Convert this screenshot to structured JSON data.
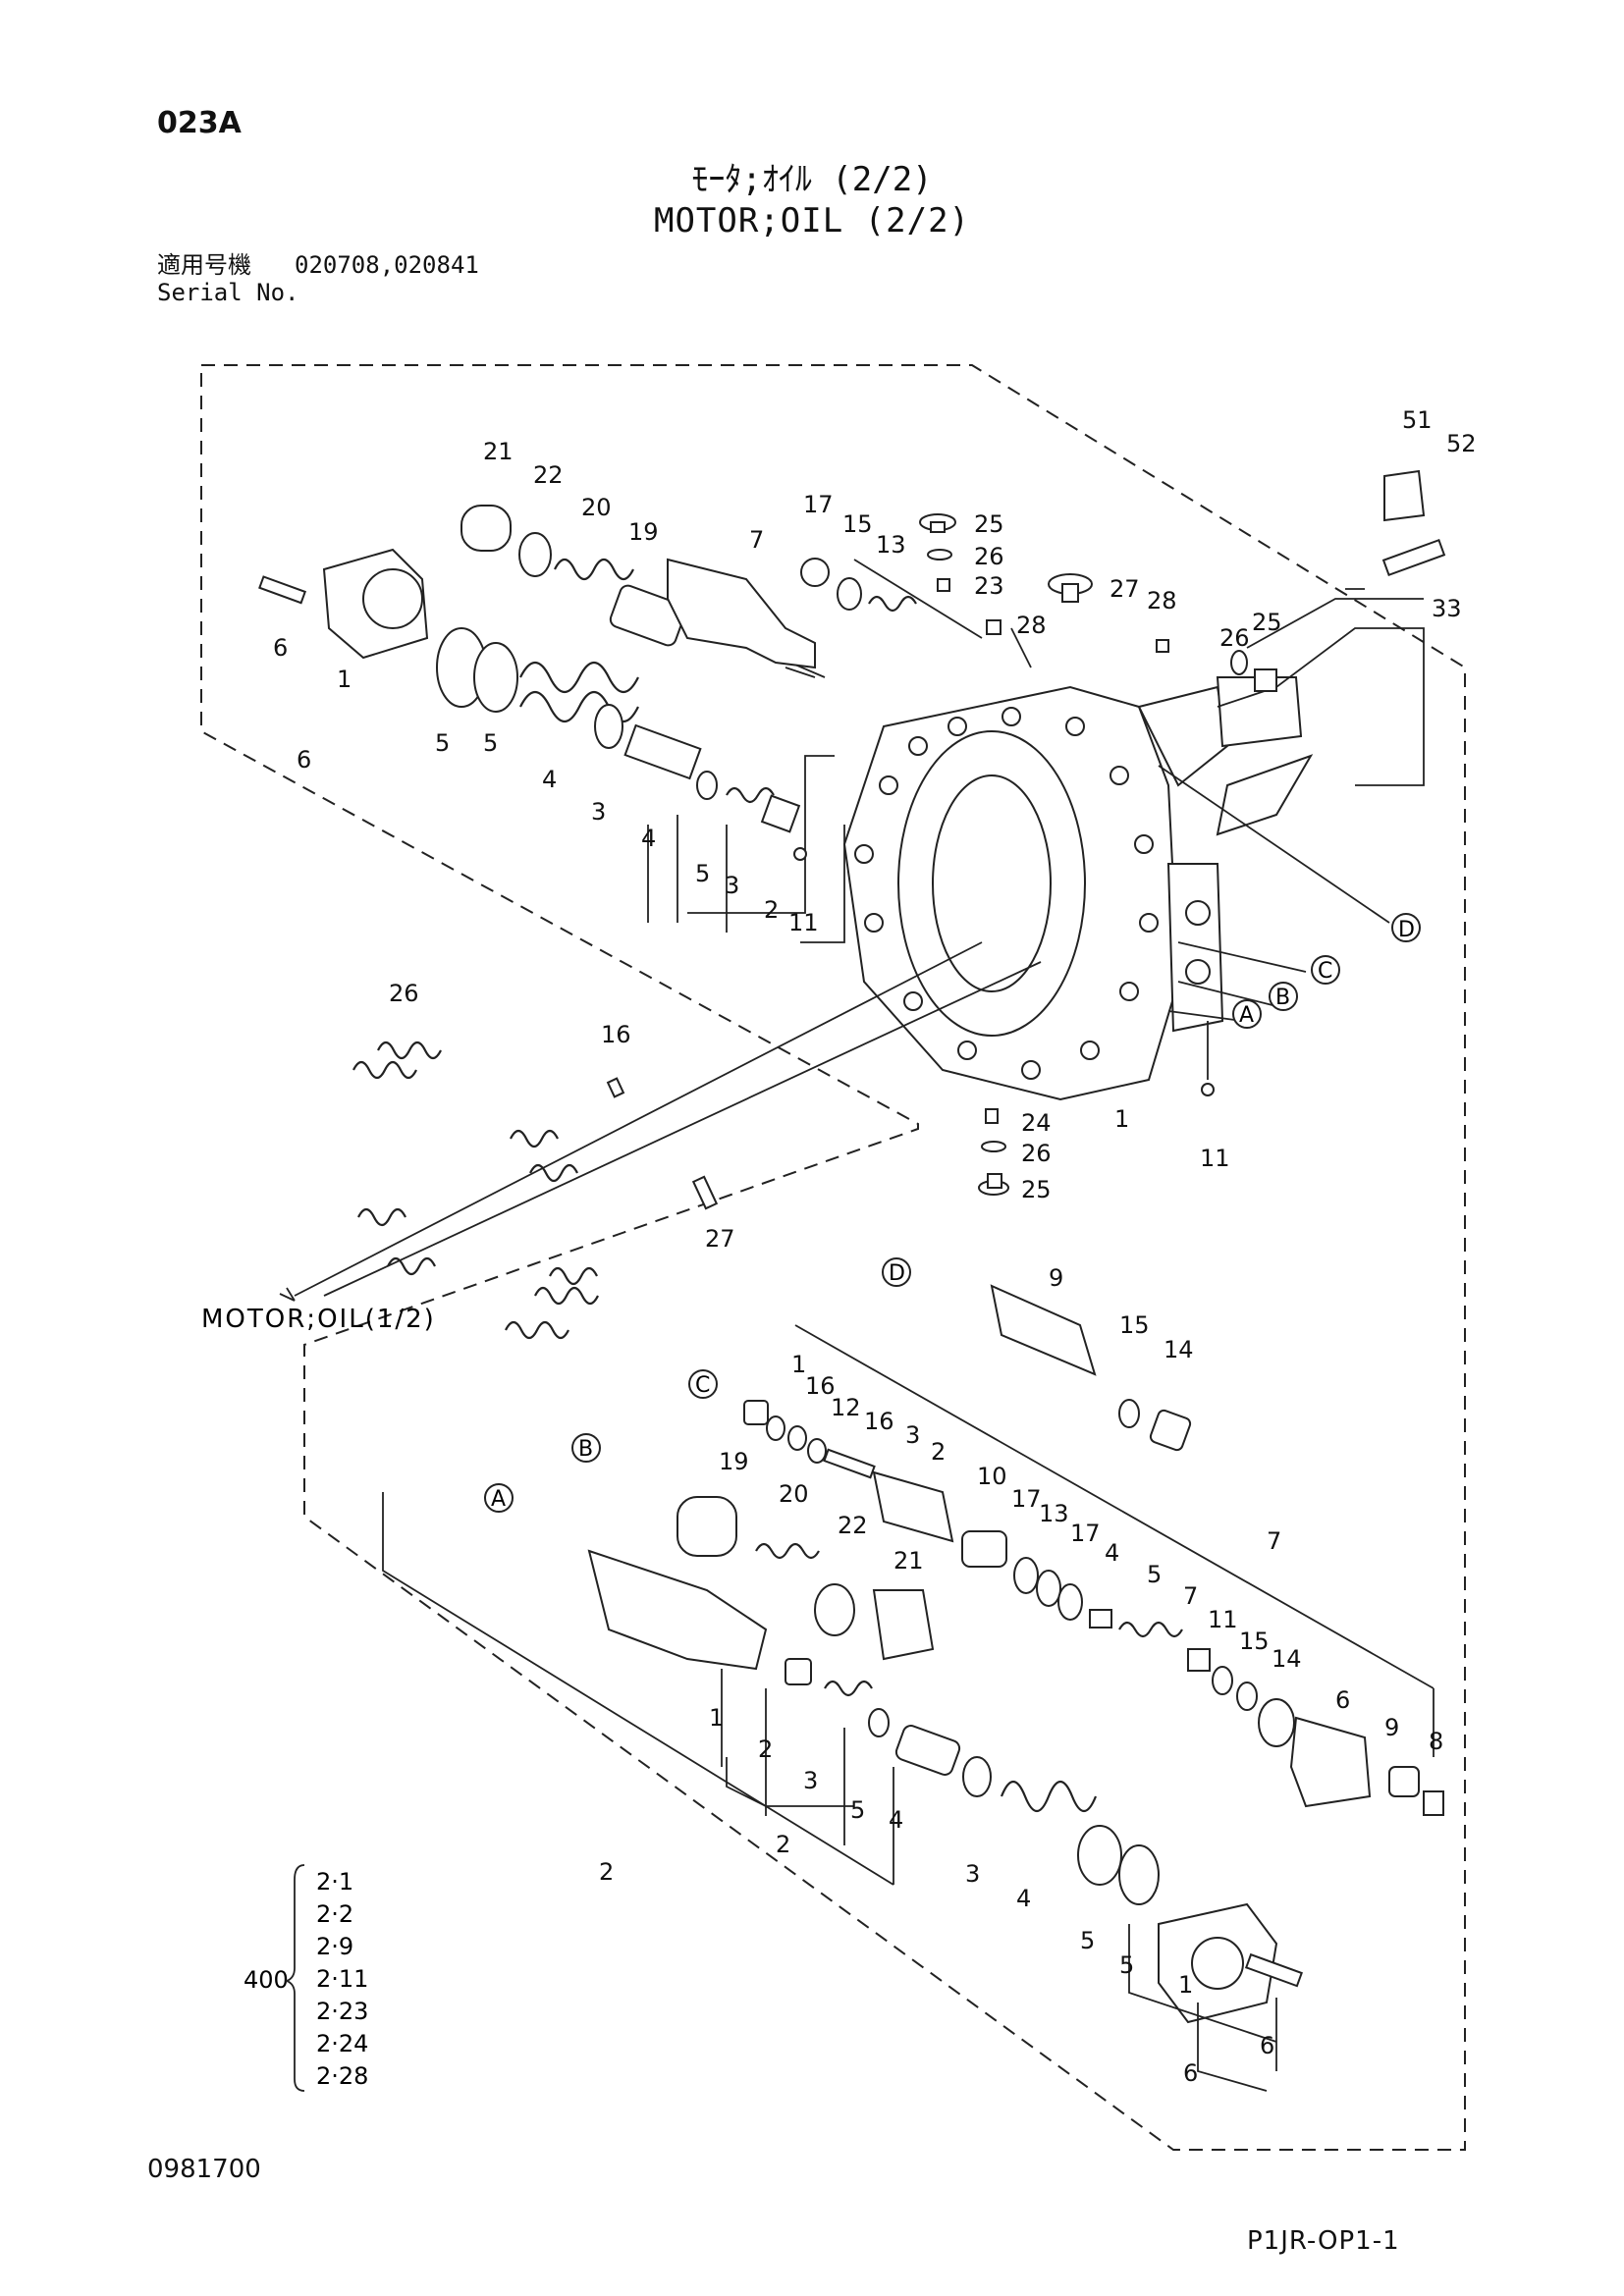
{
  "page_code": "023A",
  "title_jp": "ﾓｰﾀ;ｵｲﾙ (2/2)",
  "title_en": "MOTOR;OIL (2/2)",
  "serial": {
    "label_jp": "適用号機",
    "numbers": "020708,020841",
    "label_en": "Serial No."
  },
  "reference_note": "MOTOR;OIL(1/2)",
  "group_400": {
    "label": "400",
    "items": [
      "2·1",
      "2·2",
      "2·9",
      "2·11",
      "2·23",
      "2·24",
      "2·28"
    ]
  },
  "circle_refs": [
    "A",
    "B",
    "C",
    "D"
  ],
  "callouts": {
    "upper": [
      "21",
      "22",
      "20",
      "19",
      "7",
      "17",
      "15",
      "13",
      "25",
      "26",
      "23",
      "27",
      "28",
      "28",
      "26",
      "25",
      "51",
      "52",
      "33",
      "6",
      "1",
      "6",
      "5",
      "5",
      "4",
      "3",
      "4",
      "5",
      "3",
      "2",
      "11",
      "16",
      "1",
      "11",
      "24",
      "26",
      "25",
      "27",
      "26"
    ],
    "lower": [
      "9",
      "15",
      "14",
      "1",
      "16",
      "12",
      "16",
      "3",
      "2",
      "19",
      "20",
      "22",
      "21",
      "10",
      "17",
      "13",
      "17",
      "4",
      "5",
      "7",
      "11",
      "15",
      "14",
      "7",
      "6",
      "9",
      "8",
      "1",
      "2",
      "3",
      "5",
      "4",
      "2",
      "3",
      "4",
      "5",
      "5",
      "1",
      "6",
      "6",
      "2"
    ]
  },
  "footer_code": "0981700",
  "footer_ref": "P1JR-OP1-1"
}
